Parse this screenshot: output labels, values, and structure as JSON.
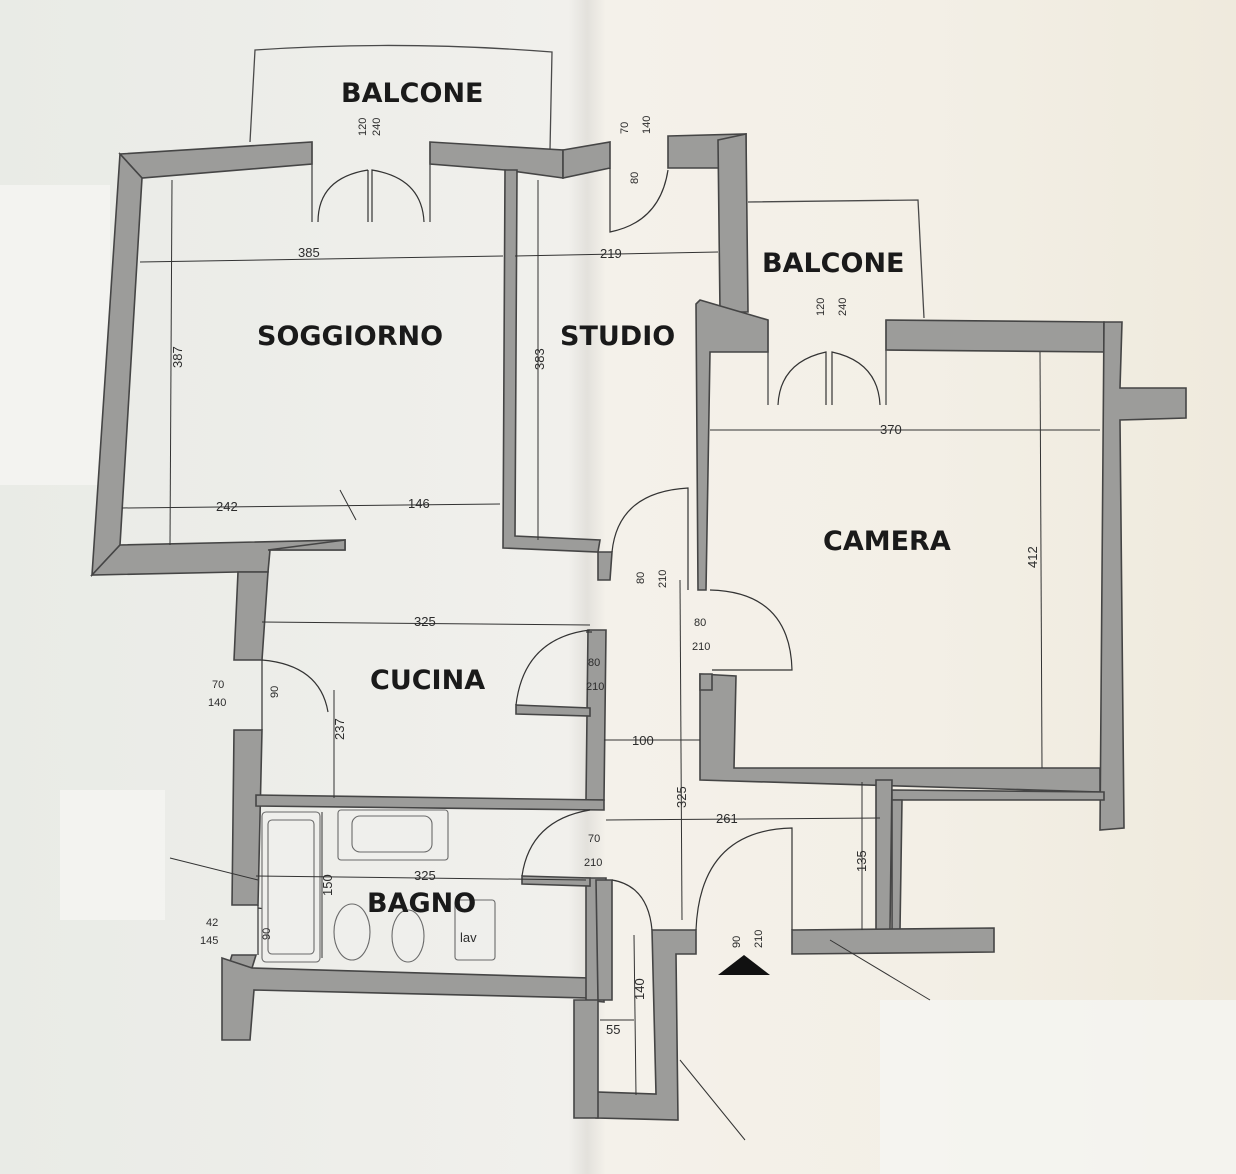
{
  "rooms": {
    "balcone_top": "BALCONE",
    "balcone_right": "BALCONE",
    "soggiorno": "SOGGIORNO",
    "studio": "STUDIO",
    "camera": "CAMERA",
    "cucina": "CUCINA",
    "bagno": "BAGNO"
  },
  "dimensions": {
    "soggiorno_width": "385",
    "soggiorno_height": "387",
    "soggiorno_bottom_left": "242",
    "soggiorno_bottom_right": "146",
    "studio_width": "219",
    "studio_height": "383",
    "camera_width": "370",
    "camera_height": "412",
    "cucina_width": "325",
    "cucina_height": "237",
    "bagno_width": "325",
    "bagno_height": "150",
    "corridor_width": "100",
    "corridor_length": "325",
    "hall_width": "261",
    "hall_depth": "135",
    "closet_depth": "140",
    "closet_width": "55"
  },
  "openings": {
    "balcone_top_width": "120",
    "balcone_top_height": "240",
    "studio_window_width": "70",
    "studio_window_height": "140",
    "studio_window_sill": "80",
    "balcone_right_width": "120",
    "balcone_right_height": "240",
    "studio_door_width": "80",
    "studio_door_height": "210",
    "camera_door_width": "80",
    "camera_door_height": "210",
    "cucina_door_width": "80",
    "cucina_door_height": "210",
    "cucina_window_width": "70",
    "cucina_window_height": "140",
    "cucina_window_sill": "90",
    "bagno_door_width": "70",
    "bagno_door_height": "210",
    "bagno_window_width": "42",
    "bagno_window_height": "145",
    "bagno_window_sill": "90",
    "entry_door_width": "90",
    "entry_door_height": "210"
  },
  "fixtures": {
    "lavabo": "lav"
  }
}
